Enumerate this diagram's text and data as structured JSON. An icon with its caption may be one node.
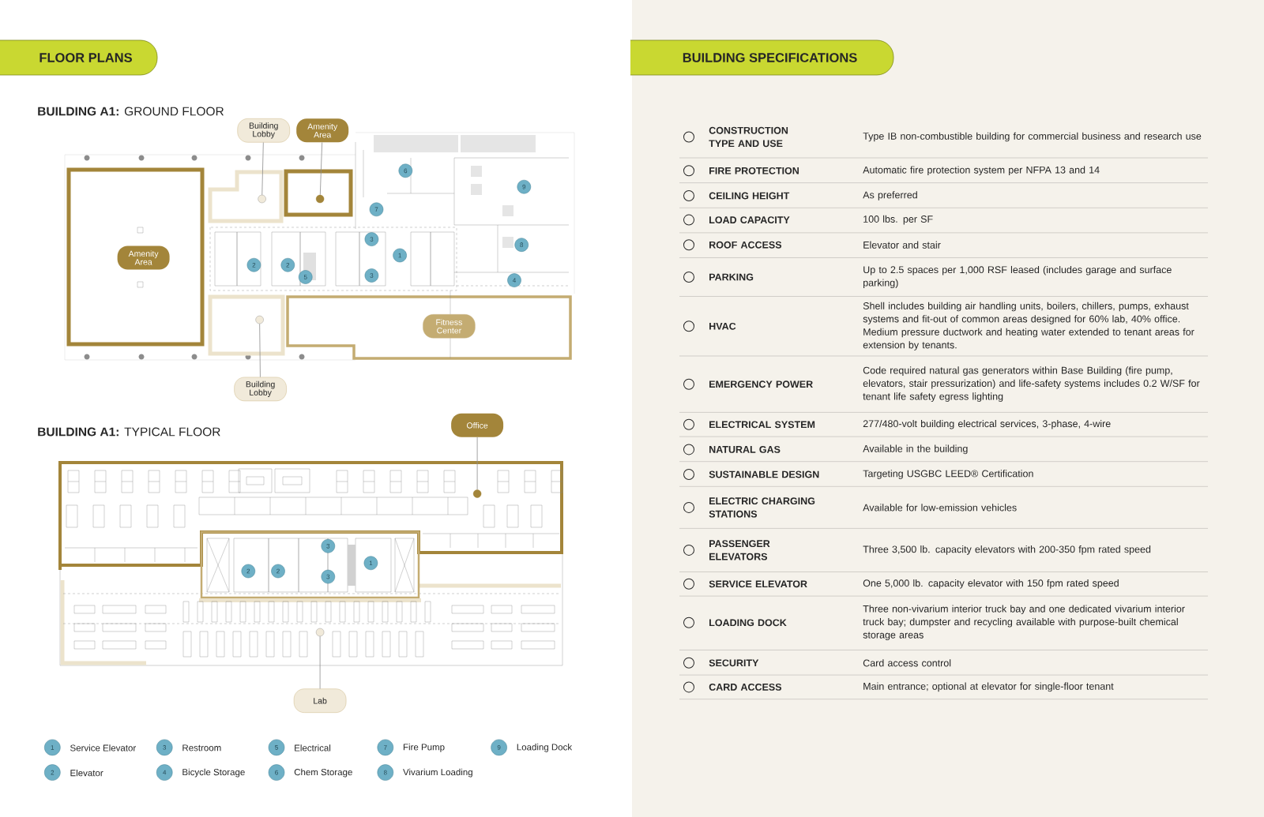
{
  "diagram": {
    "nodes": [
      {
        "text": [
          "FLOOR PLANS"
        ]
      },
      {
        "text": [
          "BUILDING SPECIFICATIONS"
        ]
      },
      {
        "text": [
          "Building Lobby"
        ]
      },
      {
        "text": [
          "Amenity Area"
        ]
      },
      {
        "text": [
          "Amenity Area"
        ]
      },
      {
        "text": [
          "Fitness Center"
        ]
      },
      {
        "text": [
          "Building Lobby"
        ]
      },
      {
        "text": [],
        "shape": "circle"
      },
      {
        "text": [],
        "shape": "circle"
      },
      {
        "text": [],
        "shape": "circle"
      },
      {
        "text": [
          "6"
        ]
      },
      {
        "text": [
          "9"
        ]
      },
      {
        "text": [
          "7"
        ]
      },
      {
        "text": [
          "3"
        ]
      },
      {
        "text": [
          "1"
        ]
      },
      {
        "text": [
          "8"
        ]
      },
      {
        "text": [
          "2"
        ]
      },
      {
        "text": [
          "2"
        ]
      },
      {
        "text": [
          "5"
        ]
      },
      {
        "text": [
          "3"
        ]
      },
      {
        "text": [
          "4"
        ]
      },
      {
        "text": [
          "Office"
        ]
      },
      {
        "text": [],
        "shape": "circle"
      },
      {
        "text": [
          "3"
        ]
      },
      {
        "text": [
          "2"
        ]
      },
      {
        "text": [
          "2"
        ]
      },
      {
        "text": [
          "3"
        ]
      },
      {
        "text": [
          "1"
        ]
      },
      {
        "text": [
          "Lab"
        ]
      },
      {
        "text": [],
        "shape": "circle"
      },
      {
        "text": [
          "1"
        ],
        "beside": [
          "Service Elevator"
        ]
      },
      {
        "text": [
          "3"
        ],
        "beside": [
          "Restroom"
        ]
      },
      {
        "text": [
          "5"
        ],
        "beside": [
          "Electrical"
        ]
      },
      {
        "text": [
          "7"
        ],
        "beside": [
          "Fire Pump"
        ]
      },
      {
        "text": [
          "9"
        ],
        "beside": [
          "Loading Dock"
        ]
      },
      {
        "text": [
          "2"
        ],
        "beside": [
          "Elevator"
        ]
      },
      {
        "text": [
          "4"
        ],
        "beside": [
          "Bicycle Storage"
        ]
      },
      {
        "text": [
          "6"
        ],
        "beside": [
          "Chem Storage"
        ]
      },
      {
        "text": [
          "8"
        ],
        "beside": [
          "Vivarium Loading"
        ]
      }
    ],
    "edges": [
      {
        "from": 2,
        "to": 7,
        "arrow": "none"
      },
      {
        "from": 3,
        "to": 8,
        "arrow": "none"
      },
      {
        "from": 6,
        "to": 9,
        "arrow": "none"
      },
      {
        "from": 21,
        "to": 22,
        "arrow": "none"
      },
      {
        "from": 28,
        "to": 29,
        "arrow": "none"
      }
    ],
    "labels": [
      "**BUILDING A1:** GROUND FLOOR",
      "**BUILDING A1:** TYPICAL FLOOR",
      "CONSTRUCTION TYPE AND USE",
      "Type IB non-combustible building for commercial business and research use",
      "FIRE PROTECTION",
      "Automatic fire protection system per NFPA 13 and 14",
      "CEILING HEIGHT",
      "As preferred",
      "LOAD CAPACITY",
      "100 lbs. per SF",
      "ROOF ACCESS",
      "Elevator and stair",
      "PARKING",
      "Up to 2.5 spaces per 1,000 RSF leased (includes garage and surface parking)",
      "HVAC",
      "Shell includes building air handling units, boilers, chillers, pumps, exhaust systems and fit-out of common areas designed for 60% lab, 40% office. Medium pressure ductwork and heating water extended to tenant areas for extension by tenants.",
      "EMERGENCY POWER",
      "Code required natural gas generators within Base Building (fire pump, elevators, stair pressurization) and life-safety systems includes 0.2 W/SF for tenant life safety egress lighting",
      "ELECTRICAL SYSTEM",
      "277/480-volt building electrical services, 3-phase, 4-wire",
      "NATURAL GAS",
      "Available in the building",
      "SUSTAINABLE DESIGN",
      "Targeting USGBC LEED® Certification",
      "ELECTRIC CHARGING STATIONS",
      "Available for low-emission vehicles",
      "PASSENGER ELEVATORS",
      "Three 3,500 lb. capacity elevators with 200-350 fpm rated speed",
      "SERVICE ELEVATOR",
      "One 5,000 lb. capacity elevator with 150 fpm rated speed",
      "LOADING DOCK",
      "Three non-vivarium interior truck bay and one dedicated vivarium interior truck bay; dumpster and recycling available with purpose-built chemical storage areas",
      "SECURITY",
      "Card access control",
      "CARD ACCESS",
      "Main entrance; optional at elevator for single-floor tenant"
    ]
  }
}
